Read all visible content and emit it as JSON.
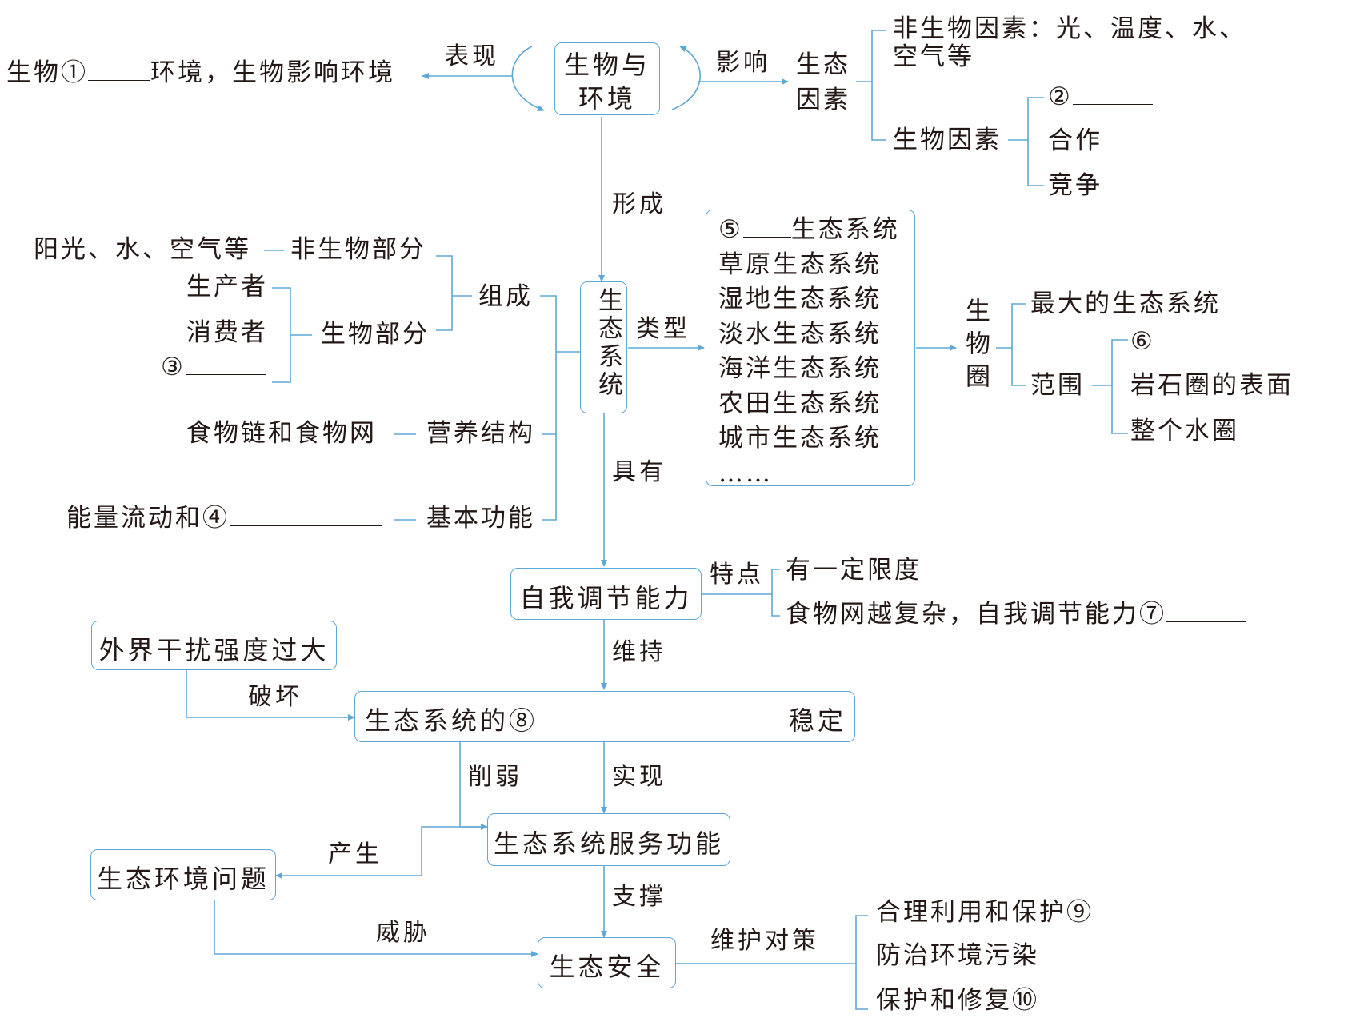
{
  "colors": {
    "line": "#5fa8d6",
    "text": "#231815",
    "background": "#ffffff"
  },
  "nodes": {
    "bio_env": [
      "生物与",
      "环境"
    ],
    "ecosystem": "生态系统",
    "self_regulation": "自我调节能力",
    "stability": {
      "prefix": "生态系统的",
      "marker": "⑧",
      "suffix": "稳定"
    },
    "disturbance": "外界干扰强度过大",
    "service": "生态系统服务功能",
    "env_problem": "生态环境问题",
    "safety": "生态安全"
  },
  "top": {
    "bio_adapt": {
      "prefix": "生物",
      "marker": "①",
      "suffix": "环境，生物影响环境"
    },
    "eco_factor": [
      "生态",
      "因素"
    ],
    "abiotic_factor": "非生物因素：光、温度、水、",
    "abiotic_factor_2": "空气等",
    "biotic_factor": "生物因素",
    "biotic_items": [
      {
        "marker": "②"
      },
      {
        "text": "合作"
      },
      {
        "text": "竞争"
      }
    ]
  },
  "composition": {
    "abiotic_examples": "阳光、水、空气等",
    "abiotic_part": "非生物部分",
    "producers": "生产者",
    "consumers": "消费者",
    "decomposer_marker": "③",
    "biotic_part": "生物部分",
    "compose_label": "组成",
    "food_chain": "食物链和食物网",
    "trophic_structure": "营养结构",
    "energy_flow": {
      "prefix": "能量流动和",
      "marker": "④"
    },
    "basic_function": "基本功能"
  },
  "types": {
    "first": {
      "marker": "⑤",
      "suffix": "生态系统"
    },
    "items": [
      "草原生态系统",
      "湿地生态系统",
      "淡水生态系统",
      "海洋生态系统",
      "农田生态系统",
      "城市生态系统",
      "……"
    ]
  },
  "biosphere": {
    "title": "生物圈",
    "largest": "最大的生态系统",
    "scope": "范围",
    "scope_items": [
      {
        "marker": "⑥"
      },
      {
        "text": "岩石圈的表面"
      },
      {
        "text": "整个水圈"
      }
    ]
  },
  "features": {
    "item1": "有一定限度",
    "item2": {
      "prefix": "食物网越复杂，自我调节能力",
      "marker": "⑦"
    }
  },
  "measures": {
    "item1": {
      "prefix": "合理利用和保护",
      "marker": "⑨"
    },
    "item2": "防治环境污染",
    "item3": {
      "prefix": "保护和修复",
      "marker": "⑩"
    }
  },
  "edge_labels": {
    "manifest": "表现",
    "influence": "影响",
    "form": "形成",
    "type": "类型",
    "has": "具有",
    "feature": "特点",
    "maintain": "维持",
    "destroy": "破坏",
    "weaken": "削弱",
    "realize": "实现",
    "produce": "产生",
    "support": "支撑",
    "threaten": "威胁",
    "countermeasure": "维护对策"
  }
}
